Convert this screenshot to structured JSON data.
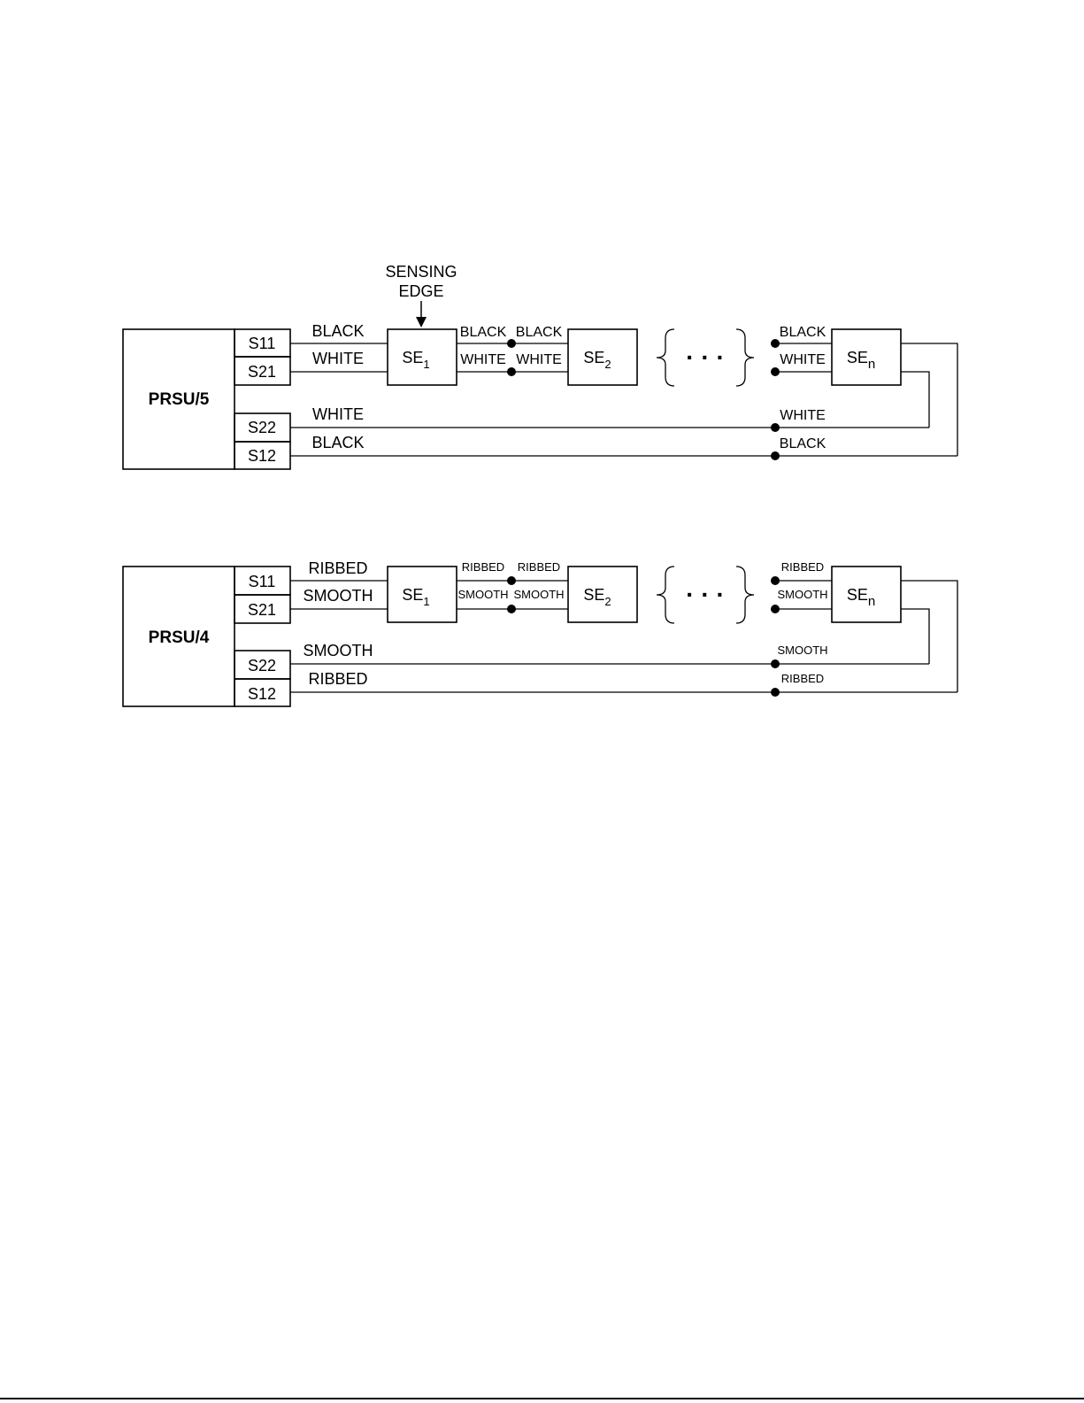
{
  "annotation": {
    "line1": "SENSING",
    "line2": "EDGE"
  },
  "diagrams": [
    {
      "unit": "PRSU/5",
      "terminals": [
        "S11",
        "S21",
        "S22",
        "S12"
      ],
      "wire_s11": "BLACK",
      "wire_s21": "WHITE",
      "wire_s22": "WHITE",
      "wire_s12": "BLACK",
      "link_top_left": "BLACK",
      "link_top_right": "BLACK",
      "link_bot_left": "WHITE",
      "link_bot_right": "WHITE",
      "n_top": "BLACK",
      "n_bot": "WHITE",
      "ret_s22": "WHITE",
      "ret_s12": "BLACK",
      "se1": {
        "base": "SE",
        "sub": "1"
      },
      "se2": {
        "base": "SE",
        "sub": "2"
      },
      "sen": {
        "base": "SE",
        "sub": "n"
      },
      "ellipsis": "· · ·"
    },
    {
      "unit": "PRSU/4",
      "terminals": [
        "S11",
        "S21",
        "S22",
        "S12"
      ],
      "wire_s11": "RIBBED",
      "wire_s21": "SMOOTH",
      "wire_s22": "SMOOTH",
      "wire_s12": "RIBBED",
      "link_top_left": "RIBBED",
      "link_top_right": "RIBBED",
      "link_bot_left": "SMOOTH",
      "link_bot_right": "SMOOTH",
      "n_top": "RIBBED",
      "n_bot": "SMOOTH",
      "ret_s22": "SMOOTH",
      "ret_s12": "RIBBED",
      "se1": {
        "base": "SE",
        "sub": "1"
      },
      "se2": {
        "base": "SE",
        "sub": "2"
      },
      "sen": {
        "base": "SE",
        "sub": "n"
      },
      "ellipsis": "· · ·"
    }
  ]
}
